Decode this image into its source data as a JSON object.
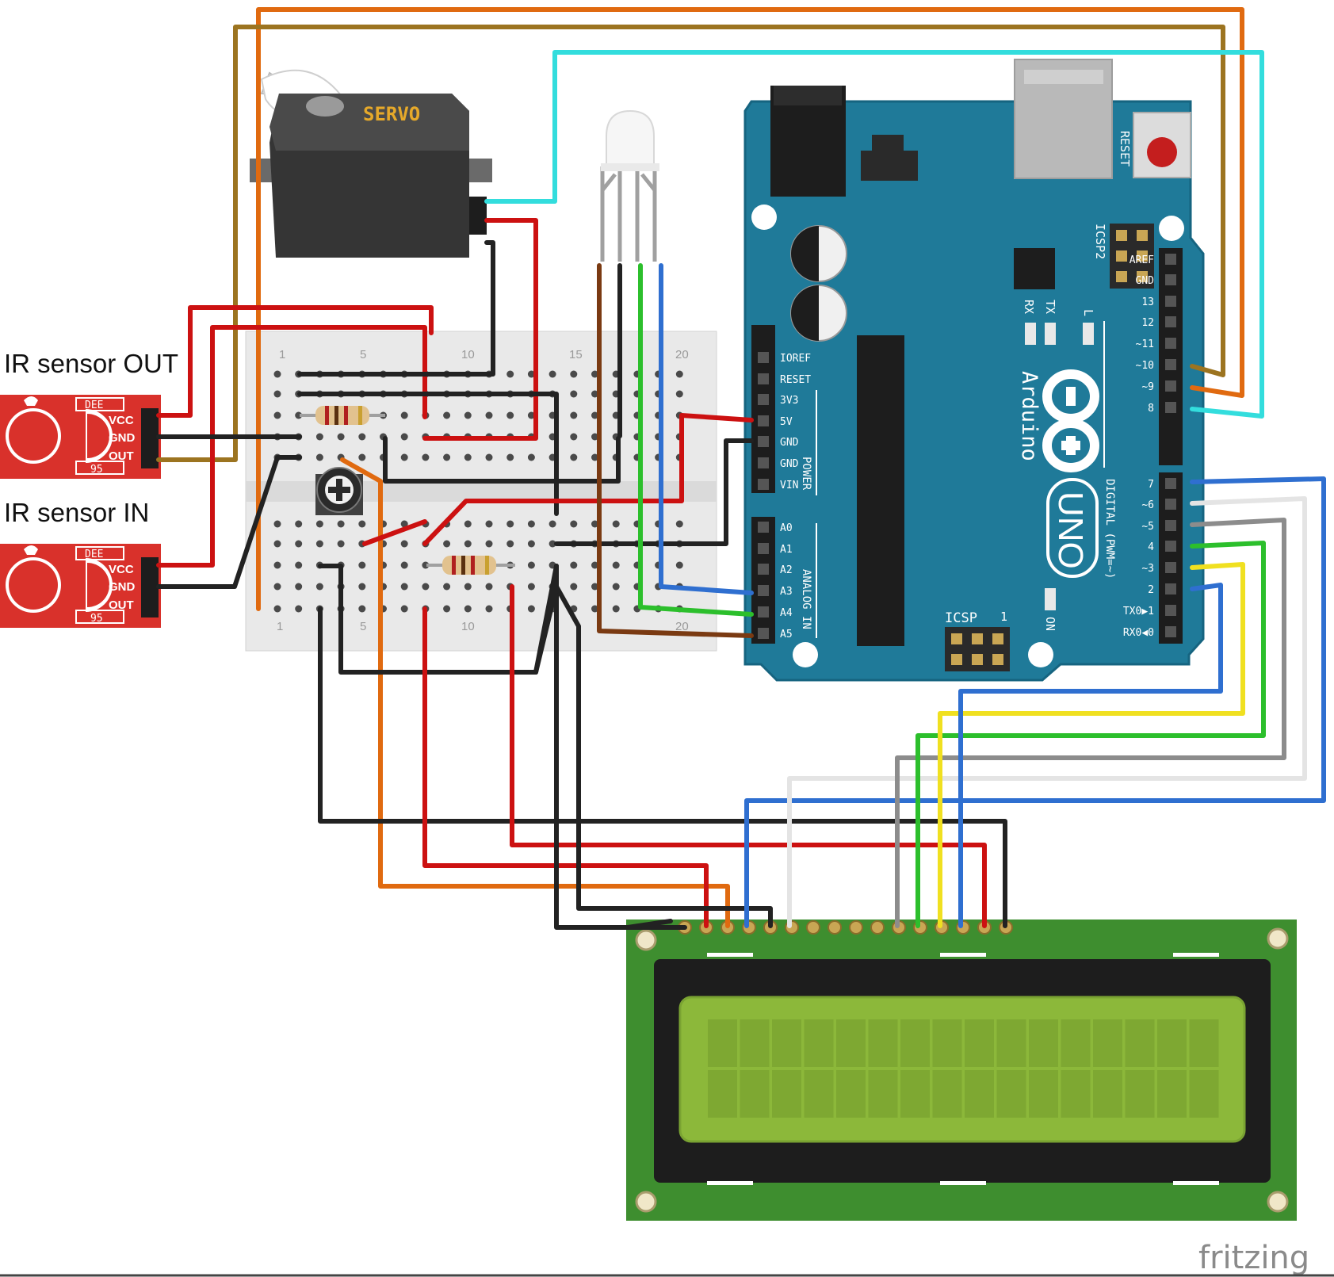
{
  "labels": {
    "ir_out": "IR sensor OUT",
    "ir_in": "IR sensor IN",
    "servo": "SERVO",
    "brand": "fritzing"
  },
  "ir_module": {
    "pins": [
      "VCC",
      "GND",
      "OUT"
    ],
    "codes": [
      "DEE",
      "95"
    ]
  },
  "breadboard": {
    "top_numbers": [
      "1",
      "5",
      "10",
      "15",
      "20"
    ],
    "bottom_numbers": [
      "1",
      "5",
      "10",
      "20"
    ]
  },
  "arduino": {
    "name": "Arduino",
    "model": "UNO",
    "reset": "RESET",
    "icsp2": "ICSP2",
    "icsp": "ICSP",
    "icsp_one": "1",
    "rx": "RX",
    "tx": "TX",
    "l": "L",
    "on": "ON",
    "power_title": "POWER",
    "analog_title": "ANALOG IN",
    "digital_title": "DIGITAL (PWM=~)",
    "power_pins": [
      "IOREF",
      "RESET",
      "3V3",
      "5V",
      "GND",
      "GND",
      "VIN"
    ],
    "analog_pins": [
      "A0",
      "A1",
      "A2",
      "A3",
      "A4",
      "A5"
    ],
    "digital_top": [
      "AREF",
      "GND",
      "13",
      "12",
      "~11",
      "~10",
      "~9",
      "8"
    ],
    "digital_bottom": [
      "7",
      "~6",
      "~5",
      "4",
      "~3",
      "2",
      "TX0▶1",
      "RX0◀0"
    ]
  },
  "colors": {
    "red": "#cc1111",
    "black": "#222222",
    "orange": "#e06a10",
    "brown_gold": "#9c7420",
    "cyan": "#33dddd",
    "blue": "#2f6fd0",
    "green": "#2cbf2c",
    "yellow": "#f0e020",
    "grey": "#8c8c8c",
    "white_wire": "#e4e4e4",
    "brown": "#7a3a12",
    "arduino_board": "#1f7a99",
    "ir_board": "#d9312b",
    "lcd_board": "#3e8e2f",
    "lcd_screen": "#8cb83a"
  }
}
